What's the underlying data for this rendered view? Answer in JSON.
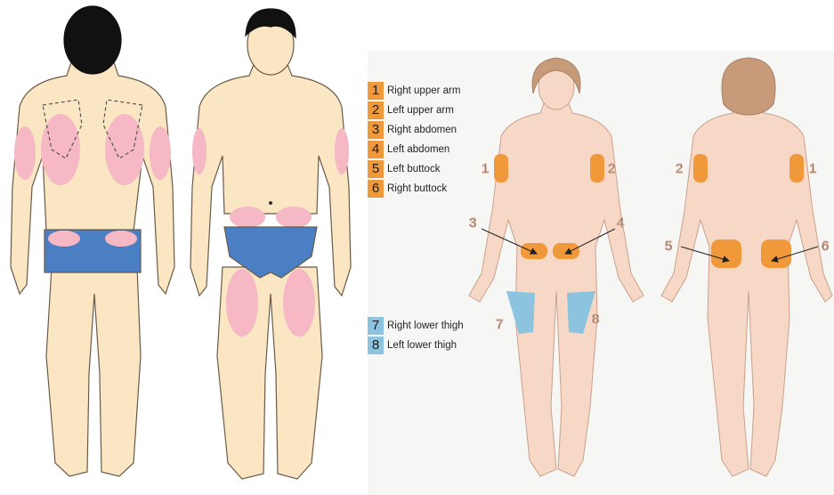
{
  "legend_zones": [
    {
      "number": "1",
      "label": "Right upper arm",
      "color": "#f0993a"
    },
    {
      "number": "2",
      "label": "Left upper arm",
      "color": "#f0993a"
    },
    {
      "number": "3",
      "label": "Right abdomen",
      "color": "#f0993a"
    },
    {
      "number": "4",
      "label": "Left abdomen",
      "color": "#f0993a"
    },
    {
      "number": "5",
      "label": "Left buttock",
      "color": "#f0993a"
    },
    {
      "number": "6",
      "label": "Right buttock",
      "color": "#f0993a"
    }
  ],
  "legend_thighs": [
    {
      "number": "7",
      "label": "Right lower thigh",
      "color": "#8cc3de"
    },
    {
      "number": "8",
      "label": "Left lower thigh",
      "color": "#8cc3de"
    }
  ],
  "front_labels": {
    "n1": "1",
    "n2": "2",
    "n3": "3",
    "n4": "4",
    "n7": "7",
    "n8": "8"
  },
  "back_labels": {
    "n2": "2",
    "n1": "1",
    "n5": "5",
    "n6": "6"
  },
  "colors": {
    "skin_male": "#fbe6c4",
    "skin_female": "#f7d8c6",
    "injection_zone_male": "#f5b8c4",
    "briefs": "#4a7fc4",
    "hair": "#111111",
    "hair_female": "#c79a7a"
  }
}
